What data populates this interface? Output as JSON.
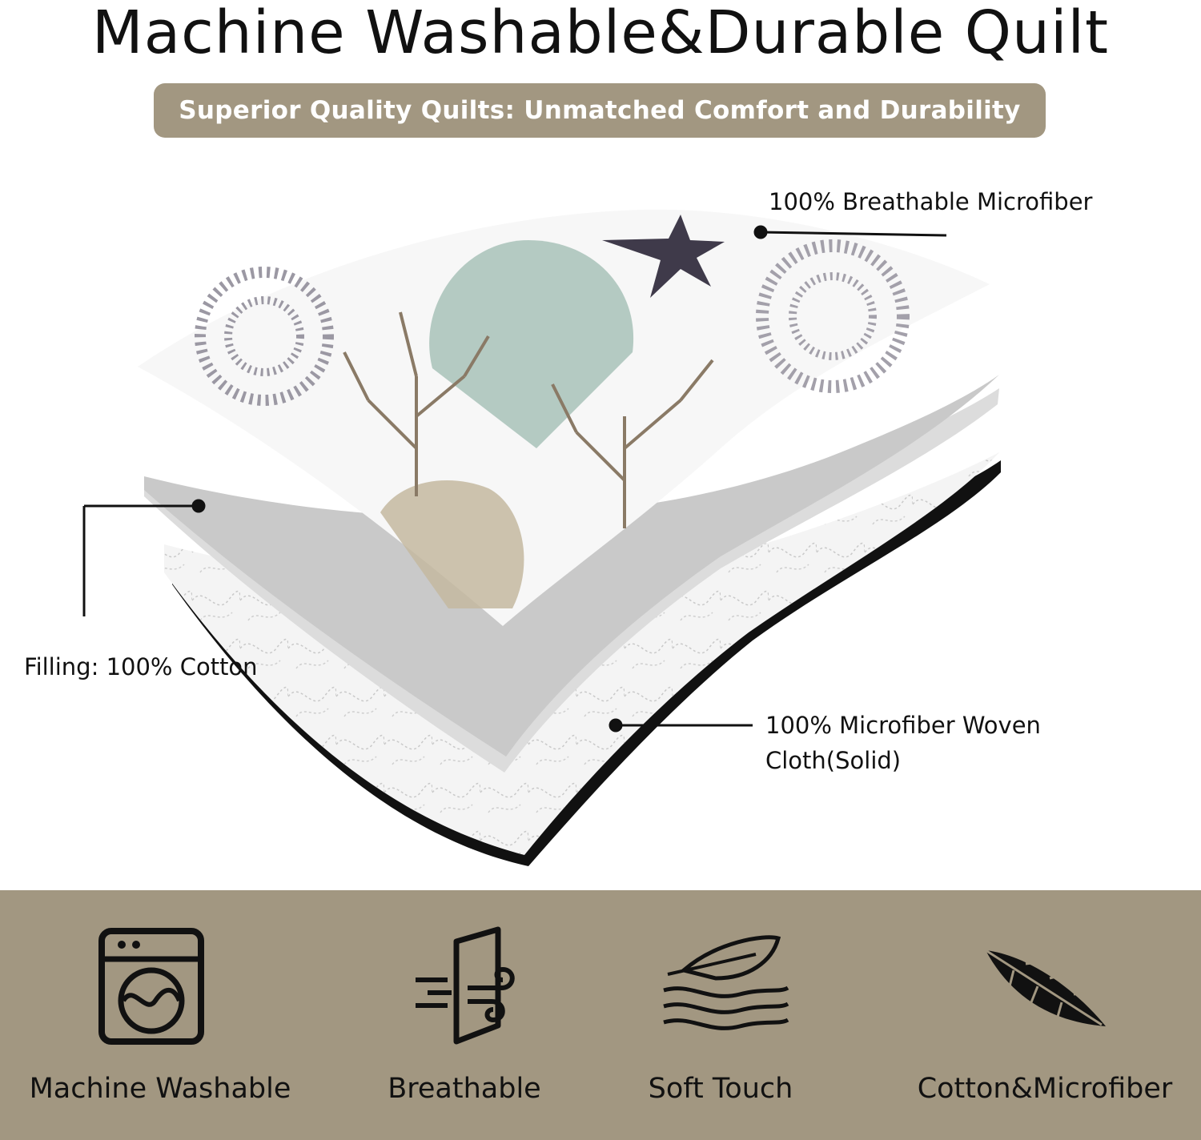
{
  "header": {
    "title": "Machine Washable&Durable Quilt",
    "subtitle": "Superior Quality Quilts: Unmatched Comfort and Durability"
  },
  "layers": {
    "top_label": "100% Breathable Microfiber",
    "filling_label": "Filling: 100% Cotton",
    "bottom_label_line1": "100% Microfiber Woven",
    "bottom_label_line2": "Cloth(Solid)"
  },
  "features": [
    {
      "label": "Machine Washable",
      "icon": "washing-machine-icon"
    },
    {
      "label": "Breathable",
      "icon": "breathable-door-icon"
    },
    {
      "label": "Soft Touch",
      "icon": "feather-soft-icon"
    },
    {
      "label": "Cotton&Microfiber",
      "icon": "leaf-icon"
    }
  ],
  "colors": {
    "accent": "#a29781",
    "text": "#111111",
    "pill_text": "#ffffff"
  }
}
